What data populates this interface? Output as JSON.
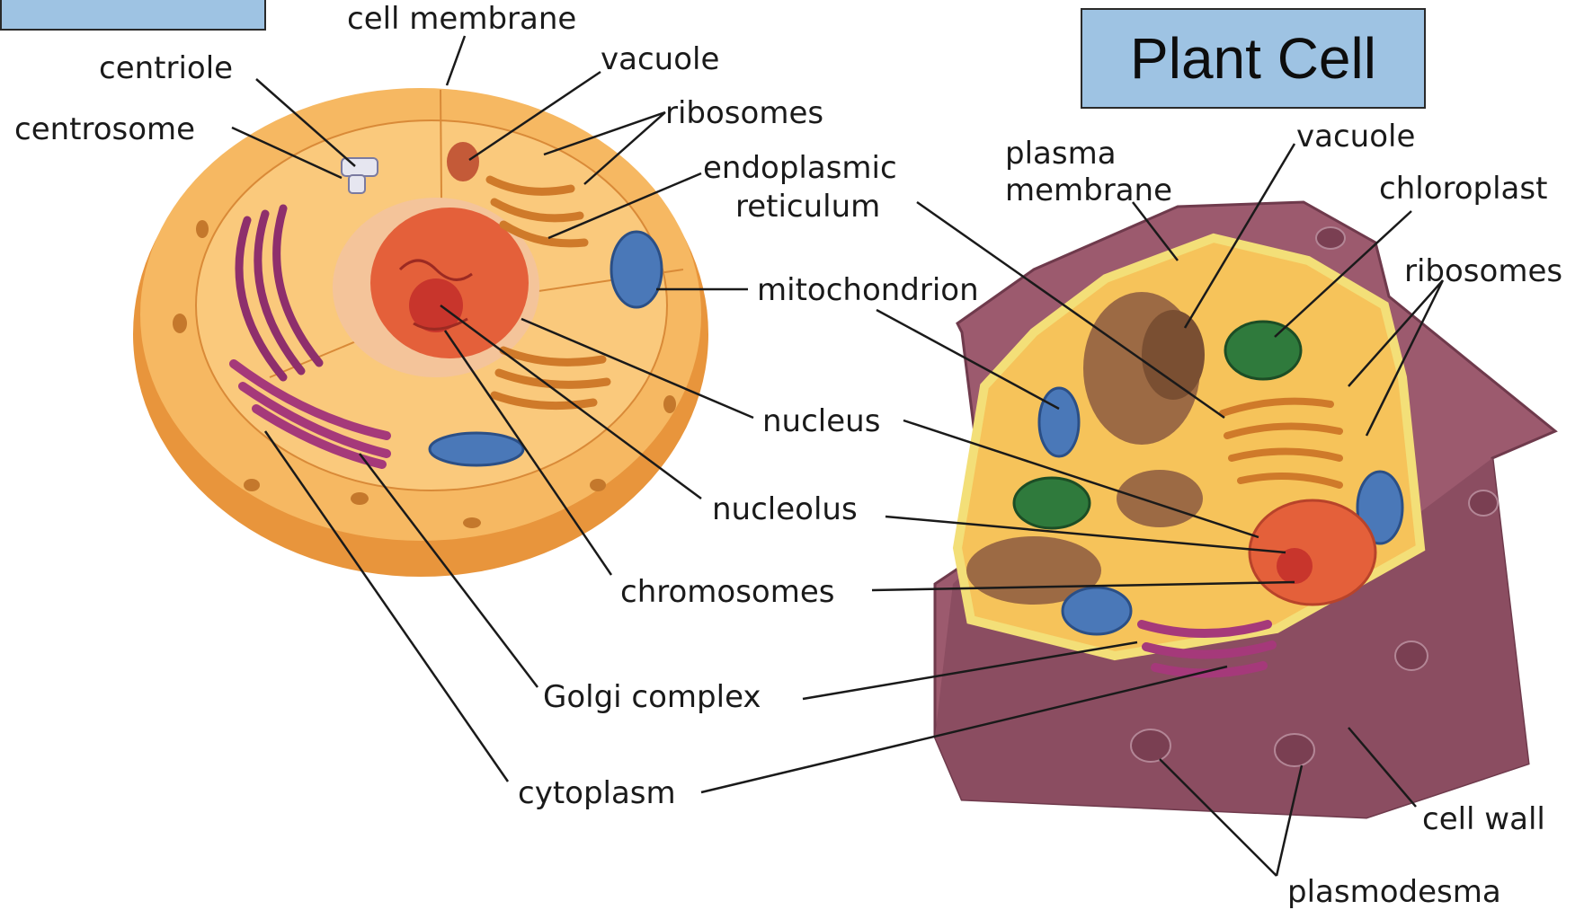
{
  "titles": {
    "animal": "",
    "plant": "Plant Cell"
  },
  "animal_labels": {
    "cell_membrane": "cell membrane",
    "centriole": "centriole",
    "centrosome": "centrosome",
    "vacuole": "vacuole",
    "ribosomes": "ribosomes",
    "endoplasmic_1": "endoplasmic",
    "endoplasmic_2": "reticulum",
    "mitochondrion": "mitochondrion",
    "nucleus": "nucleus",
    "nucleolus": "nucleolus",
    "chromosomes": "chromosomes",
    "golgi": "Golgi complex",
    "cytoplasm": "cytoplasm"
  },
  "plant_labels": {
    "plasma_1": "plasma",
    "plasma_2": "membrane",
    "vacuole": "vacuole",
    "chloroplast": "chloroplast",
    "ribosomes": "ribosomes",
    "cell_wall": "cell wall",
    "plasmodesma": "plasmodesma"
  },
  "colors": {
    "title_fill": "#9ec3e3",
    "animal_cell": "#f4ad55",
    "plant_cell_wall": "#9c5a6e",
    "plant_cytoplasm": "#f6c35a",
    "nucleus": "#e4603a",
    "mitochondrion": "#4a78b8",
    "golgi": "#a5397a",
    "chloroplast": "#2f7a3c"
  }
}
